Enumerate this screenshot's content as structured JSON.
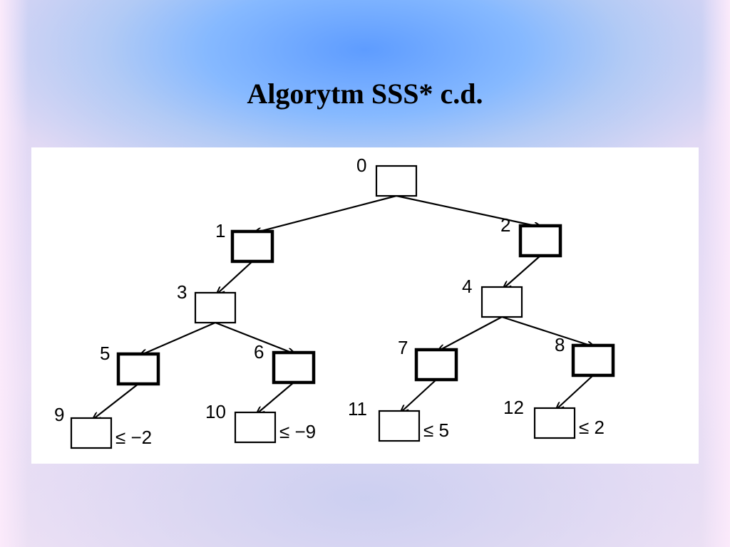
{
  "slide": {
    "title": "Algorytm SSS* c.d."
  },
  "tree": {
    "nodes": [
      {
        "id": "0",
        "label": "0",
        "bold": false,
        "bound": ""
      },
      {
        "id": "1",
        "label": "1",
        "bold": true,
        "bound": ""
      },
      {
        "id": "2",
        "label": "2",
        "bold": true,
        "bound": ""
      },
      {
        "id": "3",
        "label": "3",
        "bold": false,
        "bound": ""
      },
      {
        "id": "4",
        "label": "4",
        "bold": false,
        "bound": ""
      },
      {
        "id": "5",
        "label": "5",
        "bold": true,
        "bound": ""
      },
      {
        "id": "6",
        "label": "6",
        "bold": true,
        "bound": ""
      },
      {
        "id": "7",
        "label": "7",
        "bold": true,
        "bound": ""
      },
      {
        "id": "8",
        "label": "8",
        "bold": true,
        "bound": ""
      },
      {
        "id": "9",
        "label": "9",
        "bold": false,
        "bound": "≤ −2"
      },
      {
        "id": "10",
        "label": "10",
        "bold": false,
        "bound": "≤ −9"
      },
      {
        "id": "11",
        "label": "11",
        "bold": false,
        "bound": "≤ 5"
      },
      {
        "id": "12",
        "label": "12",
        "bold": false,
        "bound": "≤ 2"
      }
    ],
    "edges": [
      [
        "0",
        "1"
      ],
      [
        "0",
        "2"
      ],
      [
        "1",
        "3"
      ],
      [
        "2",
        "4"
      ],
      [
        "3",
        "5"
      ],
      [
        "3",
        "6"
      ],
      [
        "4",
        "7"
      ],
      [
        "4",
        "8"
      ],
      [
        "5",
        "9"
      ],
      [
        "6",
        "10"
      ],
      [
        "7",
        "11"
      ],
      [
        "8",
        "12"
      ]
    ]
  }
}
